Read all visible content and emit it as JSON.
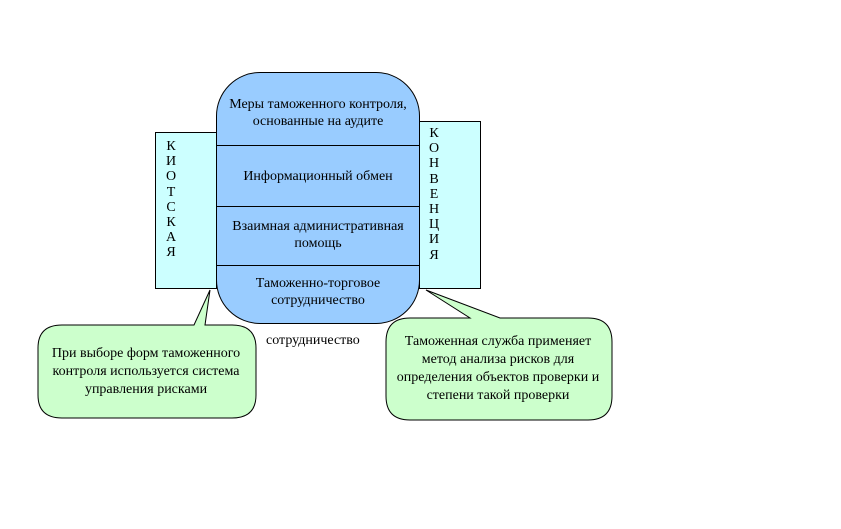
{
  "left_label": [
    "К",
    "И",
    "О",
    "Т",
    "С",
    "К",
    "А",
    "Я"
  ],
  "right_label": [
    "К",
    "О",
    "Н",
    "В",
    "Е",
    "Н",
    "Ц",
    "И",
    "Я"
  ],
  "center_sections": [
    "Меры таможенного контроля, основанные на аудите",
    "Информационный обмен",
    "Взаимная административная помощь",
    "Таможенно-торговое сотрудничество"
  ],
  "stray_caption": "сотрудничество",
  "left_callout": "При выборе форм таможенного контроля используется система управления рисками",
  "right_callout": "Таможенная служба применяет метод анализа рисков для определения объектов проверки и степени такой проверки",
  "colors": {
    "side_boxes": "#ccffff",
    "center_block": "#99ccff",
    "callouts": "#ccffcc"
  }
}
